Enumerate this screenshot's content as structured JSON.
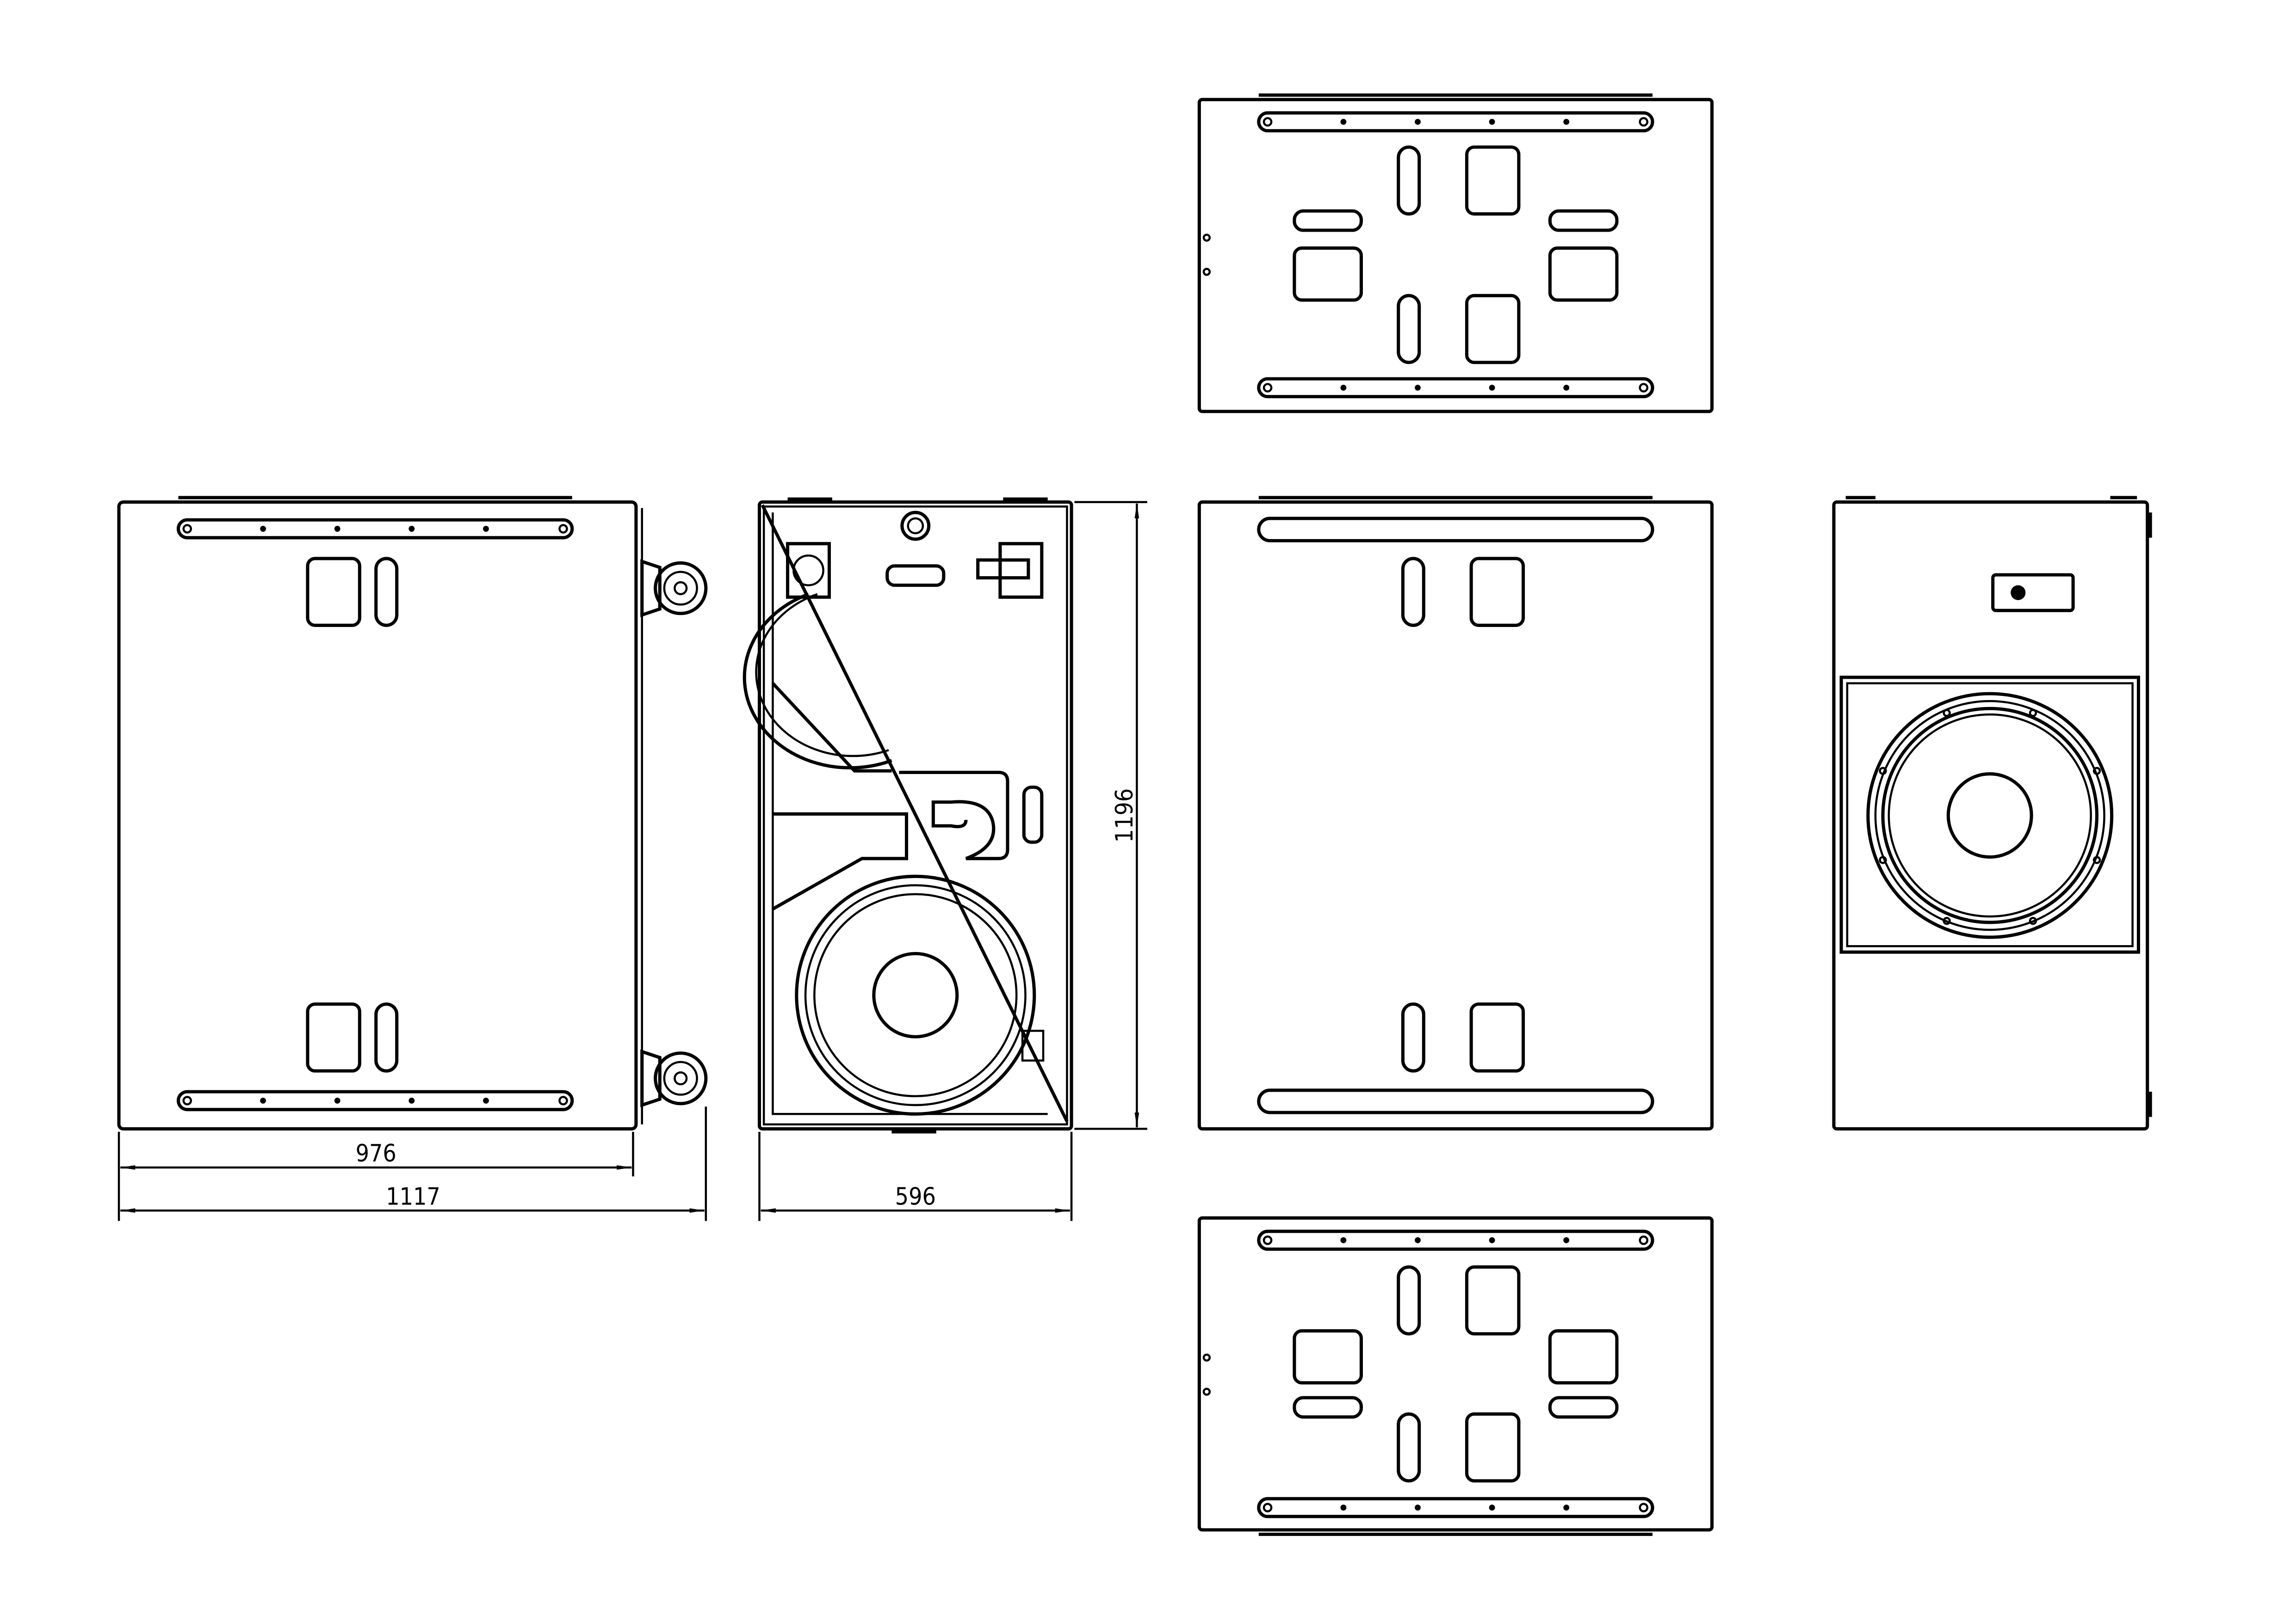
{
  "drawing": {
    "title": "Loudspeaker cabinet dimensional drawing",
    "line_color": "#000000",
    "background_color": "#ffffff"
  },
  "dimensions": {
    "side_depth_body": "976",
    "side_depth_total": "1117",
    "front_width": "596",
    "height": "1196"
  }
}
